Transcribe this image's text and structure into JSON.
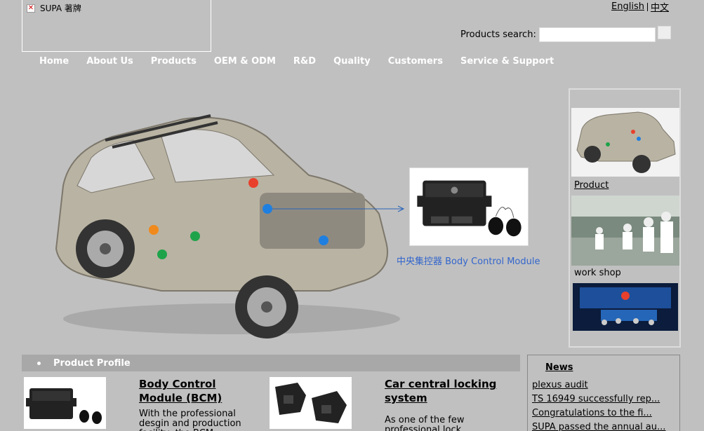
{
  "logo": {
    "alt_text": "SUPA 著牌"
  },
  "lang": {
    "english": "English",
    "chinese": "中文"
  },
  "search": {
    "label": "Products search:",
    "value": "",
    "placeholder": ""
  },
  "nav": [
    {
      "label": "Home"
    },
    {
      "label": "About Us"
    },
    {
      "label": "Products"
    },
    {
      "label": "OEM & ODM"
    },
    {
      "label": "R&D"
    },
    {
      "label": "Quality"
    },
    {
      "label": "Customers"
    },
    {
      "label": "Service & Support"
    }
  ],
  "hero": {
    "caption": "中央集控器 Body Control Module"
  },
  "sidebar": {
    "product_label": "Product",
    "workshop_label": "work shop"
  },
  "profile": {
    "heading": "Product Profile"
  },
  "products": [
    {
      "title": "Body Control Module (BCM)",
      "desc": "With the professional desgin and production facility, the BCM..."
    },
    {
      "title": "Car central locking system",
      "desc": "As one of the few professional lock actuator..."
    }
  ],
  "news": {
    "title": "News",
    "items": [
      " plexus audit",
      " TS 16949 successfully rep...",
      " Congratulations to the fi...",
      " SUPA passed the annual au..."
    ]
  },
  "colors": {
    "background": "#c0c0c0",
    "nav_text": "#ffffff",
    "caption": "#3366cc",
    "profile_bar": "#a8a8a8"
  }
}
